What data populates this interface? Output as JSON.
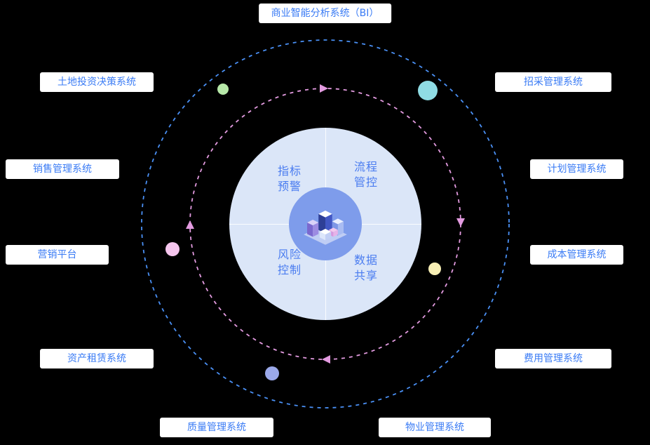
{
  "diagram": {
    "title": "商业智能分析系统（BI）",
    "center": {
      "icon": "isometric-city-icon",
      "quadrants": {
        "top_left": [
          "指标",
          "预警"
        ],
        "top_right": [
          "流程",
          "管控"
        ],
        "bottom_left": [
          "风险",
          "控制"
        ],
        "bottom_right": [
          "数据",
          "共享"
        ]
      }
    },
    "nodes": [
      {
        "label": "土地投资决策系统"
      },
      {
        "label": "招采管理系统"
      },
      {
        "label": "销售管理系统"
      },
      {
        "label": "计划管理系统"
      },
      {
        "label": "营销平台"
      },
      {
        "label": "成本管理系统"
      },
      {
        "label": "资产租赁系统"
      },
      {
        "label": "费用管理系统"
      },
      {
        "label": "质量管理系统"
      },
      {
        "label": "物业管理系统"
      }
    ],
    "colors": {
      "label_text": "#3b7cf5",
      "label_bg": "#ffffff",
      "outer_orbit": "#4a90f5",
      "inner_orbit": "#e39be0",
      "center_fill": "#dbe6f8",
      "hub_fill": "#7e9ceb",
      "quadrant_text": "#4a7cf0"
    },
    "dots": [
      {
        "name": "green-dot",
        "color": "#b7e9a9"
      },
      {
        "name": "cyan-dot",
        "color": "#8fdce4"
      },
      {
        "name": "pink-dot",
        "color": "#f6c6ee"
      },
      {
        "name": "yellow-dot",
        "color": "#f8efb5"
      },
      {
        "name": "periwinkle-dot",
        "color": "#9ba9ea"
      }
    ]
  }
}
